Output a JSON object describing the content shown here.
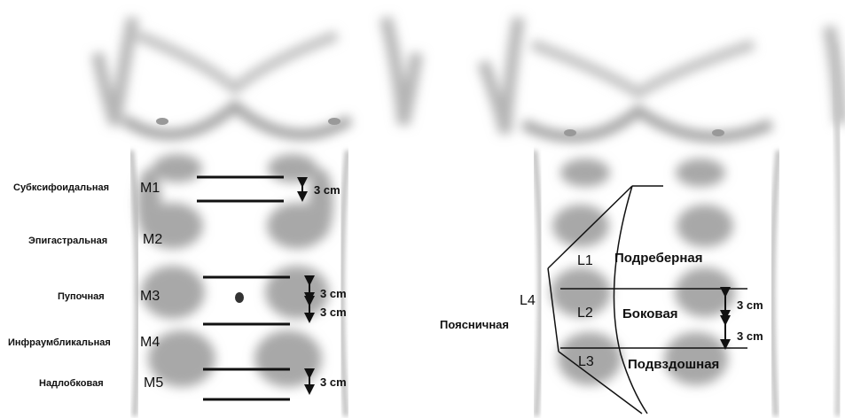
{
  "left_panel": {
    "regions": [
      {
        "name": "Субксифоидальная",
        "code": "M1"
      },
      {
        "name": "Эпигастральная",
        "code": "M2"
      },
      {
        "name": "Пупочная",
        "code": "M3"
      },
      {
        "name": "Инфраумбликальная",
        "code": "M4"
      },
      {
        "name": "Надлобковая",
        "code": "M5"
      }
    ],
    "distances": [
      "3 cm",
      "3 cm",
      "3 cm",
      "3 cm"
    ]
  },
  "right_panel": {
    "regions": [
      {
        "name": "Подреберная",
        "code": "L1"
      },
      {
        "name": "Боковая",
        "code": "L2"
      },
      {
        "name": "Подвздошная",
        "code": "L3"
      },
      {
        "name": "Поясничная",
        "code": "L4"
      }
    ],
    "distances": [
      "3 cm",
      "3 cm"
    ]
  },
  "colors": {
    "line": "#111111",
    "shade": "#9a9a9a",
    "background": "#ffffff"
  }
}
